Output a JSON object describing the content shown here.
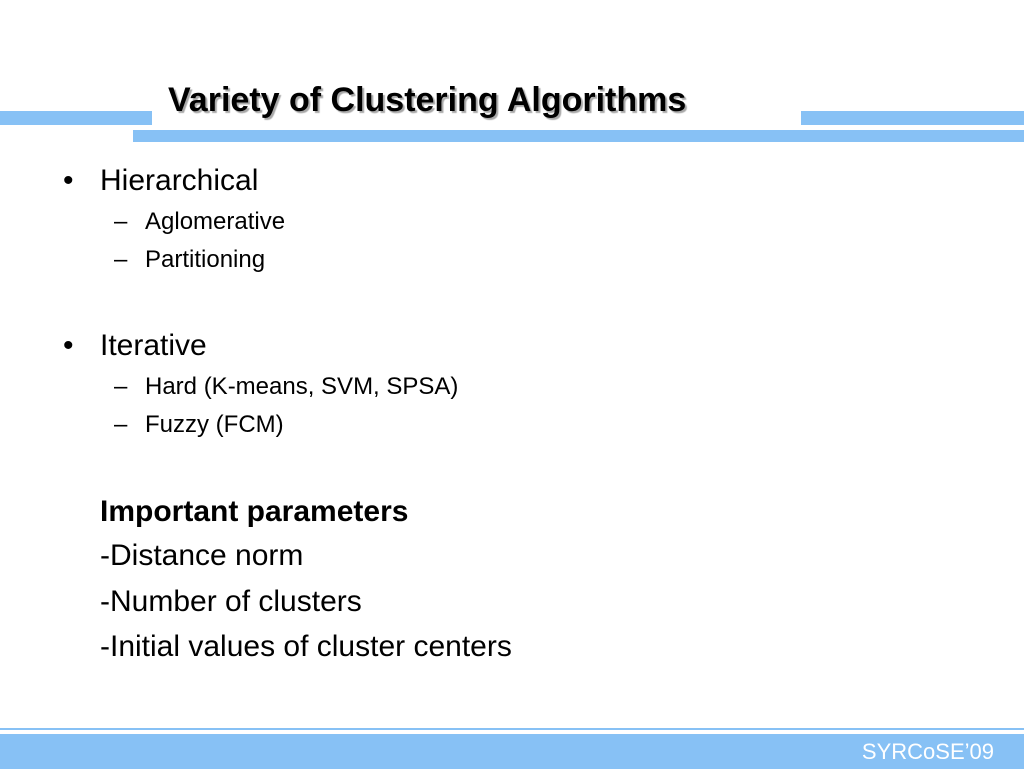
{
  "slide": {
    "title": "Variety of Clustering Algorithms",
    "bullet_glyph": "•",
    "dash_glyph": "–",
    "sections": [
      {
        "label": "Hierarchical",
        "items": [
          "Aglomerative",
          "Partitioning"
        ]
      },
      {
        "label": "Iterative",
        "items": [
          "Hard (K-means, SVM, SPSA)",
          "Fuzzy (FCM)"
        ]
      }
    ],
    "parameters": {
      "heading": "Important parameters",
      "lines": [
        "-Distance norm",
        "-Number of clusters",
        "-Initial values of cluster centers"
      ]
    },
    "footer": "SYRCoSE’09"
  },
  "colors": {
    "accent": "#87c1f5",
    "background": "#ffffff",
    "text": "#000000",
    "footer_text": "#ffffff"
  }
}
